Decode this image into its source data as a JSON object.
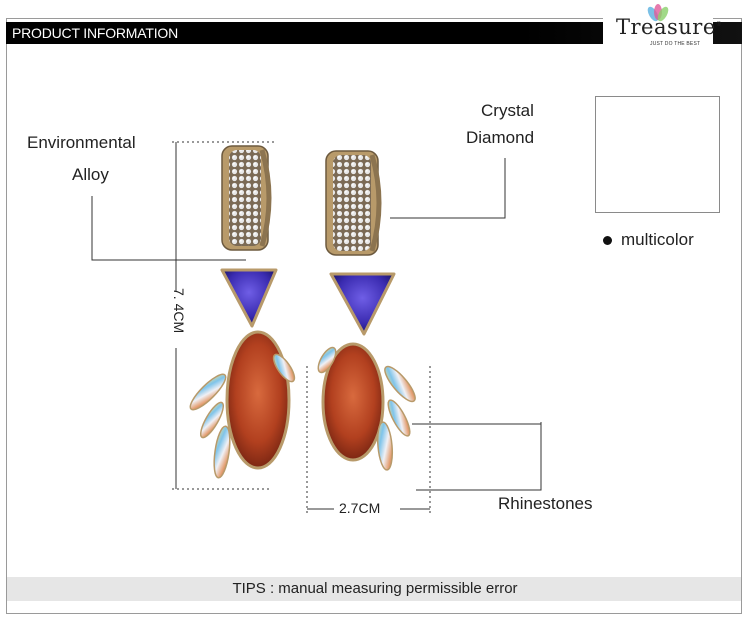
{
  "header": {
    "title": "PRODUCT INFORMATION"
  },
  "brand": {
    "name": "Treasure",
    "tagline": "JUST DO THE BEST",
    "trademark": "®"
  },
  "labels": {
    "material_line1": "Environmental",
    "material_line2": "Alloy",
    "stone_line1": "Crystal",
    "stone_line2": "Diamond",
    "rhinestones": "Rhinestones",
    "length": "7. 4CM",
    "width": "2.7CM"
  },
  "variant": {
    "color_label": "multicolor"
  },
  "tips": {
    "text": "TIPS : manual measuring permissible error"
  },
  "colors": {
    "header": "#000000",
    "blue_stone": "#3a2bb0",
    "red_stone": "#b2401f",
    "gold": "#b89a6a"
  }
}
